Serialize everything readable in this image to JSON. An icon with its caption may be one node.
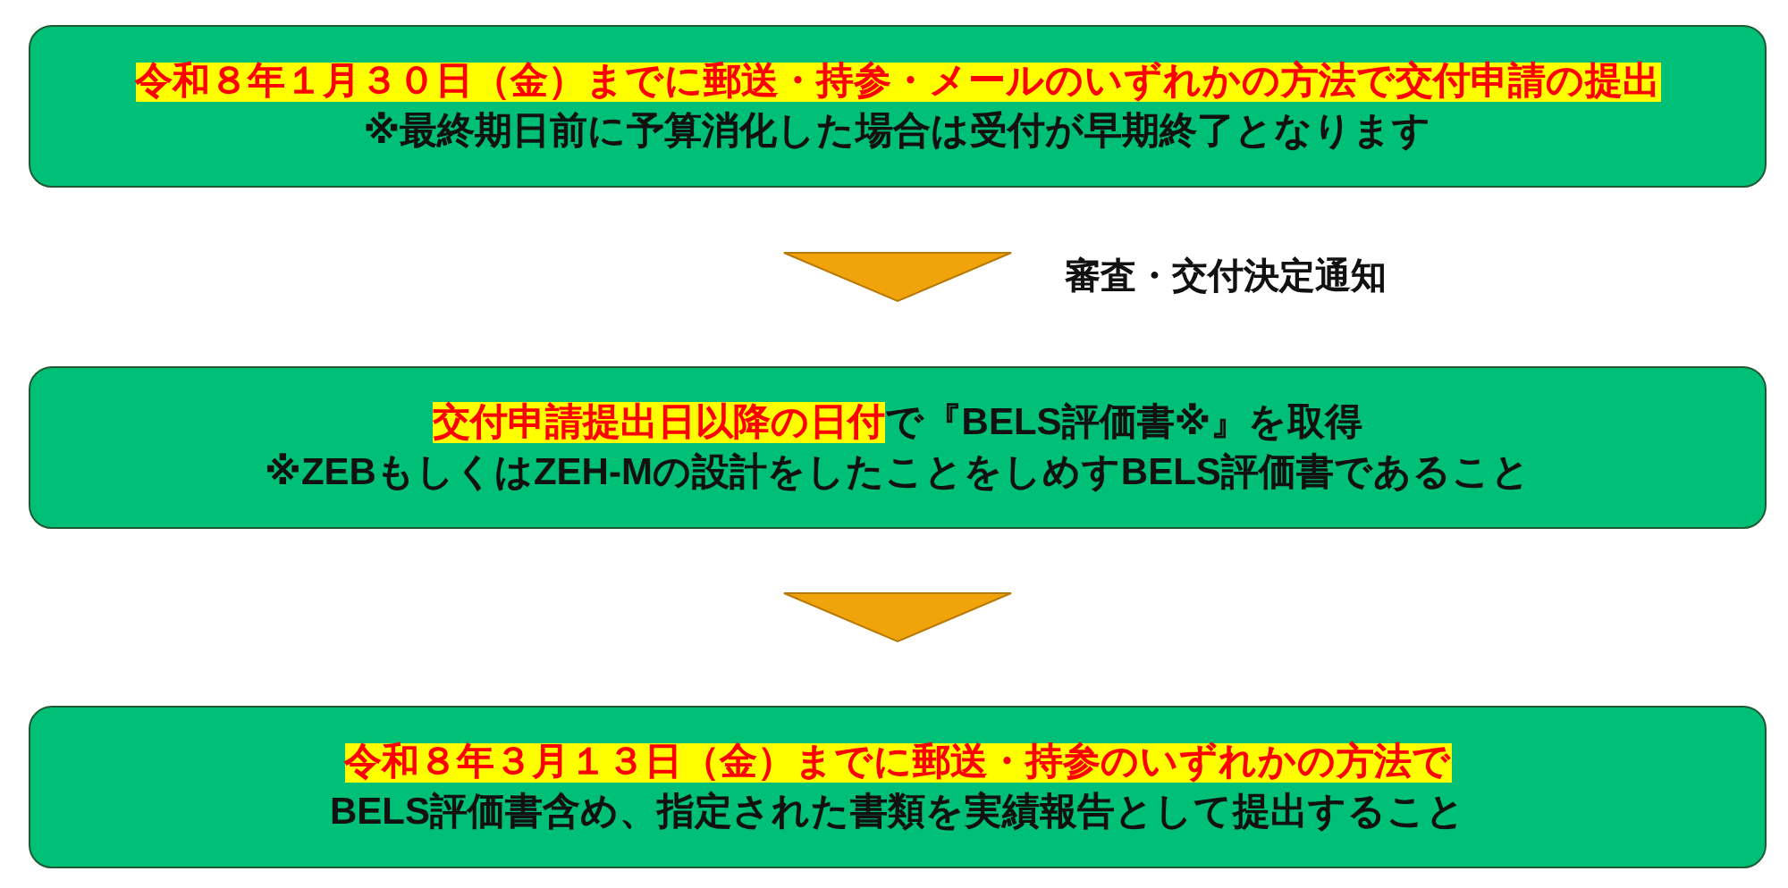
{
  "diagram": {
    "nodes": [
      {
        "text": [
          "令和８年１月３０日（金）までに郵送・持参・メールのいずれかの方法で交付申請の提出",
          "※最終期日前に予算消化した場合は受付が早期終了となります"
        ]
      },
      {
        "text": [
          "**交付申請提出日以降の日付**で『BELS評価書※』を取得",
          "※ZEBもしくはZEH-Mの設計をしたことをしめすBELS評価書であること"
        ]
      },
      {
        "text": [
          "令和８年３月１３日（金）までに郵送・持参のいずれかの方法で",
          "BELS評価書含め、指定された書類を実績報告として提出すること"
        ]
      }
    ],
    "edges": [
      {
        "from": 0,
        "to": 1,
        "arrow": "to",
        "label": "審査・交付決定通知"
      },
      {
        "from": 1,
        "to": 2,
        "arrow": "to"
      }
    ]
  }
}
